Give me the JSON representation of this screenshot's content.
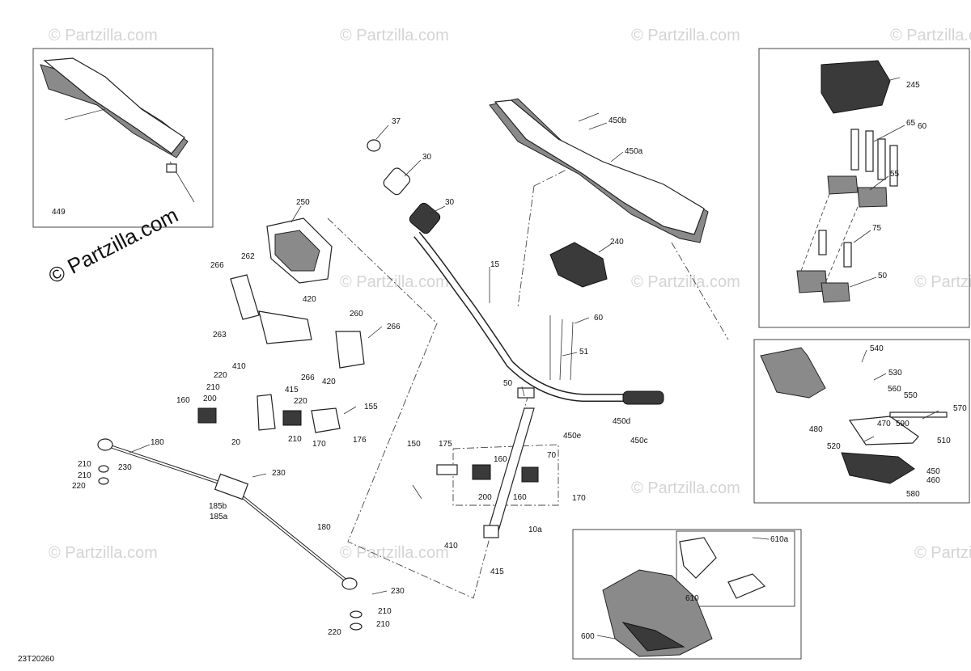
{
  "watermark": "© Partzilla.com",
  "brand": "© Partzilla.com",
  "diagram_code": "23T20260",
  "inset_labels": {
    "handguard_set": "449",
    "fairing_kit": "610"
  },
  "callouts": [
    {
      "id": "c37",
      "text": "37"
    },
    {
      "id": "c30a",
      "text": "30"
    },
    {
      "id": "c30b",
      "text": "30"
    },
    {
      "id": "c450b",
      "text": "450b"
    },
    {
      "id": "c450a",
      "text": "450a"
    },
    {
      "id": "c245",
      "text": "245"
    },
    {
      "id": "c65",
      "text": "65"
    },
    {
      "id": "c60a",
      "text": "60"
    },
    {
      "id": "c55",
      "text": "55"
    },
    {
      "id": "c75",
      "text": "75"
    },
    {
      "id": "c50a",
      "text": "50"
    },
    {
      "id": "c250",
      "text": "250"
    },
    {
      "id": "c240",
      "text": "240"
    },
    {
      "id": "c15",
      "text": "15"
    },
    {
      "id": "c266a",
      "text": "266"
    },
    {
      "id": "c262",
      "text": "262"
    },
    {
      "id": "c420a",
      "text": "420"
    },
    {
      "id": "c260",
      "text": "260"
    },
    {
      "id": "c266b",
      "text": "266"
    },
    {
      "id": "c263",
      "text": "263"
    },
    {
      "id": "c60b",
      "text": "60"
    },
    {
      "id": "c51",
      "text": "51"
    },
    {
      "id": "c410a",
      "text": "410"
    },
    {
      "id": "c266c",
      "text": "266"
    },
    {
      "id": "c420b",
      "text": "420"
    },
    {
      "id": "c220a",
      "text": "220"
    },
    {
      "id": "c415a",
      "text": "415"
    },
    {
      "id": "c210a",
      "text": "210"
    },
    {
      "id": "c160a",
      "text": "160"
    },
    {
      "id": "c200a",
      "text": "200"
    },
    {
      "id": "c220b",
      "text": "220"
    },
    {
      "id": "c155",
      "text": "155"
    },
    {
      "id": "c50b",
      "text": "50"
    },
    {
      "id": "c20",
      "text": "20"
    },
    {
      "id": "c210b",
      "text": "210"
    },
    {
      "id": "c170a",
      "text": "170"
    },
    {
      "id": "c176",
      "text": "176"
    },
    {
      "id": "c450d",
      "text": "450d"
    },
    {
      "id": "c450e",
      "text": "450e"
    },
    {
      "id": "c450c",
      "text": "450c"
    },
    {
      "id": "c180a",
      "text": "180"
    },
    {
      "id": "c150",
      "text": "150"
    },
    {
      "id": "c175",
      "text": "175"
    },
    {
      "id": "c70",
      "text": "70"
    },
    {
      "id": "c160b",
      "text": "160"
    },
    {
      "id": "c210c",
      "text": "210"
    },
    {
      "id": "c230a",
      "text": "230"
    },
    {
      "id": "c210d",
      "text": "210"
    },
    {
      "id": "c220c",
      "text": "220"
    },
    {
      "id": "c230b",
      "text": "230"
    },
    {
      "id": "c200b",
      "text": "200"
    },
    {
      "id": "c160c",
      "text": "160"
    },
    {
      "id": "c170b",
      "text": "170"
    },
    {
      "id": "c185b",
      "text": "185b"
    },
    {
      "id": "c185a",
      "text": "185a"
    },
    {
      "id": "c180b",
      "text": "180"
    },
    {
      "id": "c10a",
      "text": "10a"
    },
    {
      "id": "c410b",
      "text": "410"
    },
    {
      "id": "c415b",
      "text": "415"
    },
    {
      "id": "c230c",
      "text": "230"
    },
    {
      "id": "c210e",
      "text": "210"
    },
    {
      "id": "c210f",
      "text": "210"
    },
    {
      "id": "c220d",
      "text": "220"
    },
    {
      "id": "c540",
      "text": "540"
    },
    {
      "id": "c530",
      "text": "530"
    },
    {
      "id": "c560",
      "text": "560"
    },
    {
      "id": "c550",
      "text": "550"
    },
    {
      "id": "c570",
      "text": "570"
    },
    {
      "id": "c480",
      "text": "480"
    },
    {
      "id": "c470",
      "text": "470"
    },
    {
      "id": "c590",
      "text": "590"
    },
    {
      "id": "c510",
      "text": "510"
    },
    {
      "id": "c520",
      "text": "520"
    },
    {
      "id": "c450f",
      "text": "450"
    },
    {
      "id": "c460",
      "text": "460"
    },
    {
      "id": "c580",
      "text": "580"
    },
    {
      "id": "c610a",
      "text": "610a"
    },
    {
      "id": "c600",
      "text": "600"
    }
  ]
}
